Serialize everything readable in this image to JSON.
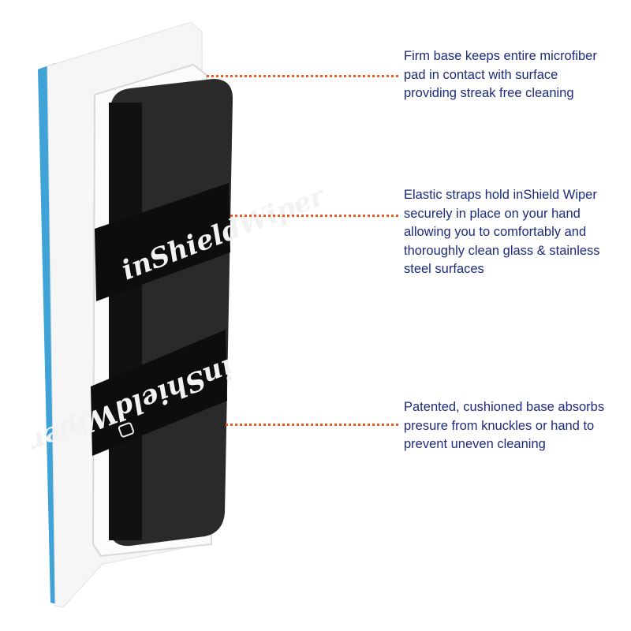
{
  "product": {
    "strap_text": "inShieldWiper"
  },
  "callouts": [
    {
      "lines": [
        "Firm base keeps entire microfiber",
        "pad in contact with surface",
        "providing streak free cleaning"
      ]
    },
    {
      "lines": [
        "Elastic straps hold inShield Wiper",
        "securely in place on your hand",
        "allowing you to comfortably and",
        "thoroughly clean glass & stainless",
        "steel surfaces"
      ]
    },
    {
      "lines": [
        "Patented, cushioned base absorbs",
        "presure from knuckles or hand to",
        "prevent uneven cleaning"
      ]
    }
  ],
  "colors": {
    "text": "#1c2b7c",
    "leader": "#ee5a24",
    "microfiber": "#3fa3d8"
  }
}
